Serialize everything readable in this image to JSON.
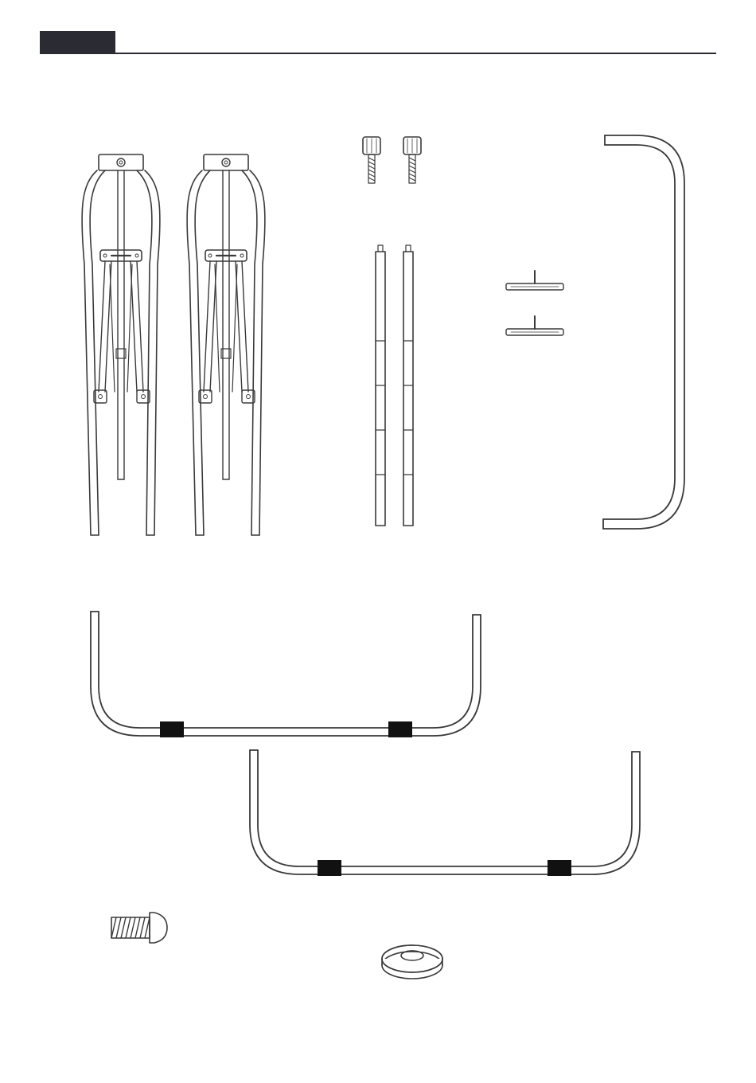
{
  "page": {
    "header_bar_color": "#2b2b33",
    "line_color": "#3a3a3a",
    "band_color": "#111111",
    "background": "#ffffff"
  },
  "parts": [
    {
      "id": "leg-frame-left",
      "icon": "folding-leg-frame"
    },
    {
      "id": "leg-frame-right",
      "icon": "folding-leg-frame"
    },
    {
      "id": "knob-screw-1",
      "icon": "knob-screw"
    },
    {
      "id": "knob-screw-2",
      "icon": "knob-screw"
    },
    {
      "id": "upright-rod-1",
      "icon": "segmented-rod"
    },
    {
      "id": "upright-rod-2",
      "icon": "segmented-rod"
    },
    {
      "id": "t-pin-1",
      "icon": "t-pin"
    },
    {
      "id": "t-pin-2",
      "icon": "t-pin"
    },
    {
      "id": "c-handle",
      "icon": "c-shaped-tube"
    },
    {
      "id": "u-bar-1",
      "icon": "u-shaped-bar"
    },
    {
      "id": "u-bar-2",
      "icon": "u-shaped-bar"
    },
    {
      "id": "bolt",
      "icon": "round-head-bolt"
    },
    {
      "id": "washer",
      "icon": "flat-washer"
    }
  ]
}
